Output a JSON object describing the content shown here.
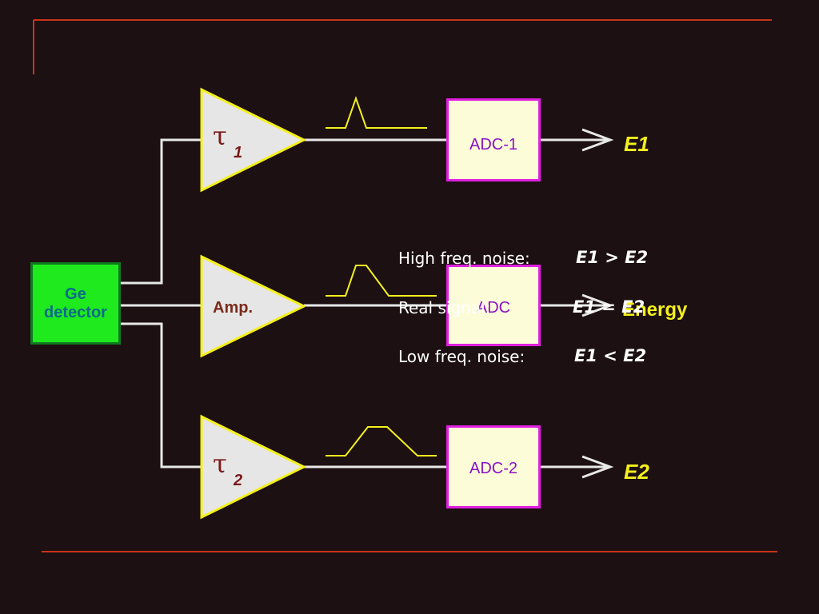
{
  "detector": {
    "line1": "Ge",
    "line2": "detector"
  },
  "amplifiers": {
    "top": {
      "symbol": "τ",
      "index": "1"
    },
    "middle": {
      "label": "Amp."
    },
    "bottom": {
      "symbol": "τ",
      "index": "2"
    }
  },
  "adcs": {
    "top": "ADC-1",
    "middle": "ADC",
    "bottom": "ADC-2"
  },
  "outputs": {
    "top": "E1",
    "middle": "Energy",
    "bottom": "E2"
  },
  "notes": [
    {
      "label": "High freq. noise:",
      "relation": "E1  >  E2"
    },
    {
      "label": "Real signal:",
      "relation": "E1  =  E2"
    },
    {
      "label": "Low freq. noise:",
      "relation": "E1  <  E2"
    }
  ],
  "colors": {
    "background": "#1c1012",
    "rule": "#c8341a",
    "detector_fill": "#1eea1e",
    "amp_fill": "#e6e6e6",
    "amp_border": "#f4f01c",
    "adc_fill": "#fdfcd8",
    "adc_border": "#e020e0",
    "adc_text": "#8a10c8",
    "output_text": "#f4f01c"
  }
}
